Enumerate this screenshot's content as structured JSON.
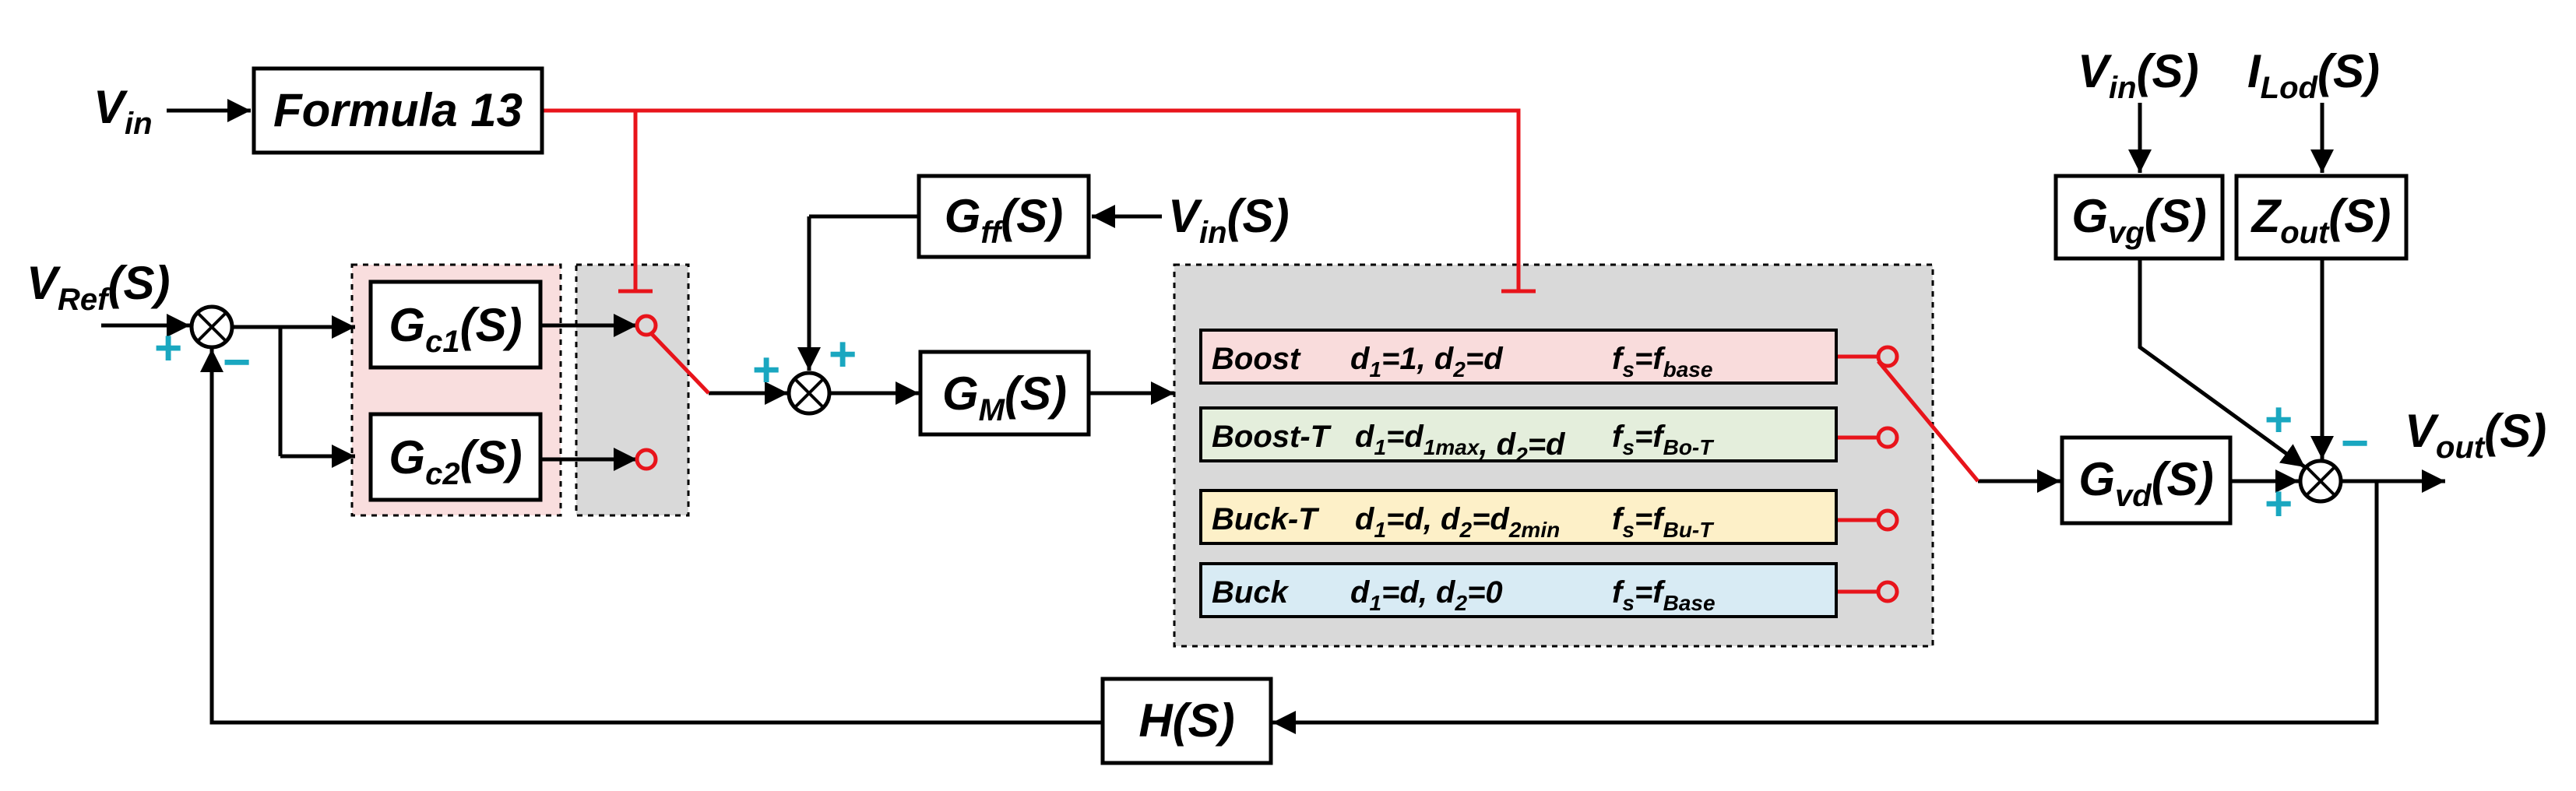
{
  "blocks": {
    "formula": "Formula 13",
    "gc1": {
      "main": "G",
      "sub": "c1",
      "tail": "(S)"
    },
    "gc2": {
      "main": "G",
      "sub": "c2",
      "tail": "(S)"
    },
    "gff": {
      "main": "G",
      "sub": "ff",
      "tail": "(S)"
    },
    "gm": {
      "main": "G",
      "sub": "M",
      "tail": "(S)"
    },
    "gvg": {
      "main": "G",
      "sub": "vg",
      "tail": "(S)"
    },
    "zout": {
      "main": "Z",
      "sub": "out",
      "tail": "(S)"
    },
    "gvd": {
      "main": "G",
      "sub": "vd",
      "tail": "(S)"
    },
    "h": "H(S)"
  },
  "signals": {
    "vin_top": {
      "main": "V",
      "sub": "in",
      "tail": ""
    },
    "vref": {
      "main": "V",
      "sub": "Ref",
      "tail": "(S)"
    },
    "vin_ff": {
      "main": "V",
      "sub": "in",
      "tail": "(S)"
    },
    "vin_right": {
      "main": "V",
      "sub": "in",
      "tail": "(S)"
    },
    "iload": {
      "main": "I",
      "sub": "Lod",
      "tail": "(S)"
    },
    "vout": {
      "main": "V",
      "sub": "out",
      "tail": "(S)"
    }
  },
  "signs": {
    "sum1_plus": "+",
    "sum1_minus": "−",
    "sum2_left": "+",
    "sum2_right": "+",
    "sum3_top": "+",
    "sum3_minus": "−",
    "sum3_bottom": "+"
  },
  "modes": [
    {
      "name": "Boost",
      "d1": "1",
      "d1_sub": "",
      "d2": "d",
      "d2_sub": "",
      "fs_sub": "base",
      "bg": "#f9dcdc"
    },
    {
      "name": "Boost-T",
      "d1": "d",
      "d1_sub": "1max",
      "d2": "d",
      "d2_sub": "",
      "fs_sub": "Bo-T",
      "bg": "#e4eedc"
    },
    {
      "name": "Buck-T",
      "d1": "d",
      "d1_sub": "",
      "d2": "d",
      "d2_sub": "2min",
      "fs_sub": "Bu-T",
      "bg": "#fdf0c8"
    },
    {
      "name": "Buck",
      "d1": "d",
      "d1_sub": "",
      "d2": "0",
      "d2_sub": "",
      "fs_sub": "Base",
      "bg": "#d8ebf4"
    }
  ],
  "mode_text": {
    "d1_prefix": "d",
    "d1_index": "1",
    "d2_prefix": "d",
    "d2_index": "2",
    "fs_prefix": "f",
    "fs_index": "s",
    "fs_eq": "f"
  },
  "colors": {
    "wire": "#000000",
    "switch": "#e8141b",
    "sign": "#1aa7c0",
    "controller_bg": "#f9dede",
    "gray_bg": "#d9d9d9"
  }
}
